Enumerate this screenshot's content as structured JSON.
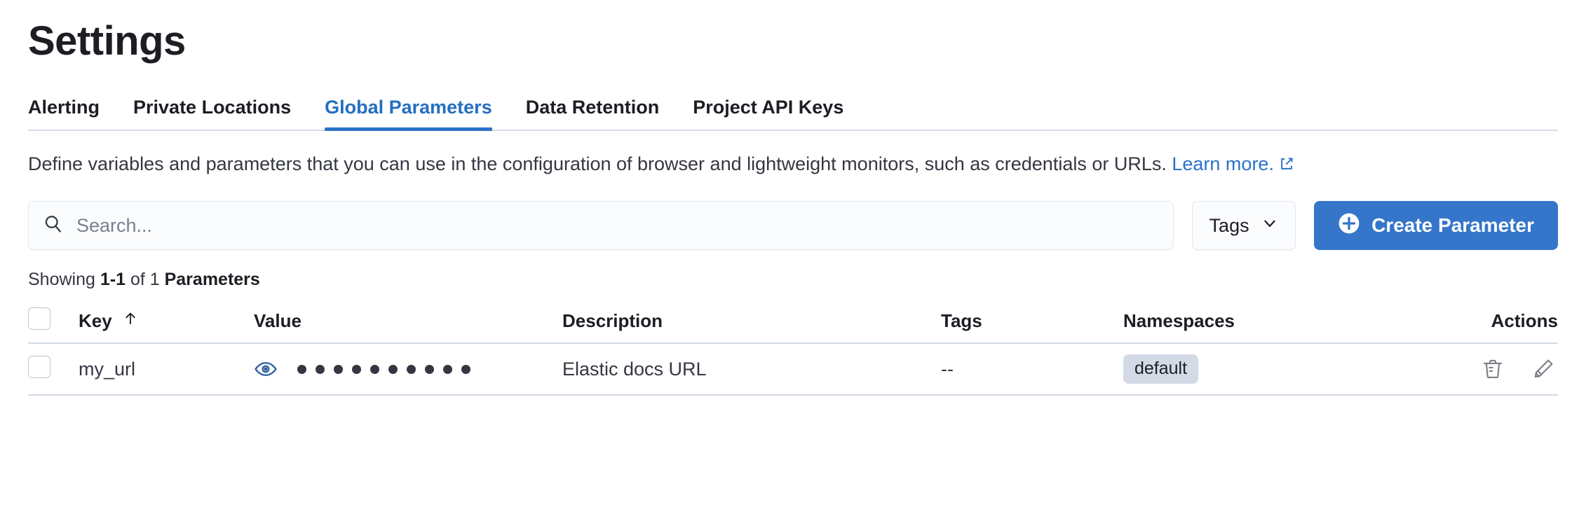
{
  "header": {
    "title": "Settings"
  },
  "tabs": [
    {
      "label": "Alerting",
      "active": false
    },
    {
      "label": "Private Locations",
      "active": false
    },
    {
      "label": "Global Parameters",
      "active": true
    },
    {
      "label": "Data Retention",
      "active": false
    },
    {
      "label": "Project API Keys",
      "active": false
    }
  ],
  "description": {
    "text": "Define variables and parameters that you can use in the configuration of browser and lightweight monitors, such as credentials or URLs. ",
    "link_label": "Learn more.",
    "link_icon": "external-link-icon"
  },
  "controls": {
    "search_placeholder": "Search...",
    "search_value": "",
    "search_icon": "search-icon",
    "tags_label": "Tags",
    "tags_icon": "chevron-down-icon",
    "create_label": "Create Parameter",
    "create_icon": "plus-circle-icon"
  },
  "results": {
    "showing_prefix": "Showing ",
    "range": "1-1",
    "of": " of ",
    "total": "1",
    "noun": " Parameters"
  },
  "table": {
    "columns": [
      {
        "key": "select",
        "label": ""
      },
      {
        "key": "key",
        "label": "Key",
        "sort_icon": "arrow-up-icon"
      },
      {
        "key": "value",
        "label": "Value"
      },
      {
        "key": "description",
        "label": "Description"
      },
      {
        "key": "tags",
        "label": "Tags"
      },
      {
        "key": "namespaces",
        "label": "Namespaces"
      },
      {
        "key": "actions",
        "label": "Actions"
      }
    ],
    "rows": [
      {
        "selected": false,
        "key": "my_url",
        "value_masked": "••••••••••",
        "value_dots": 10,
        "value_icon": "eye-icon",
        "description": "Elastic docs URL",
        "tags": "--",
        "namespaces": [
          "default"
        ],
        "actions": [
          "trash-icon",
          "pencil-icon"
        ]
      }
    ]
  },
  "colors": {
    "accent_blue": "#2b72c9",
    "button_blue": "#3576ca",
    "text_dark": "#1d1e24",
    "text_body": "#343741",
    "border": "#d3dae6",
    "badge_bg": "#d3dae6",
    "icon_gray": "#7c7f85",
    "eye_blue": "#2b5e9e"
  }
}
